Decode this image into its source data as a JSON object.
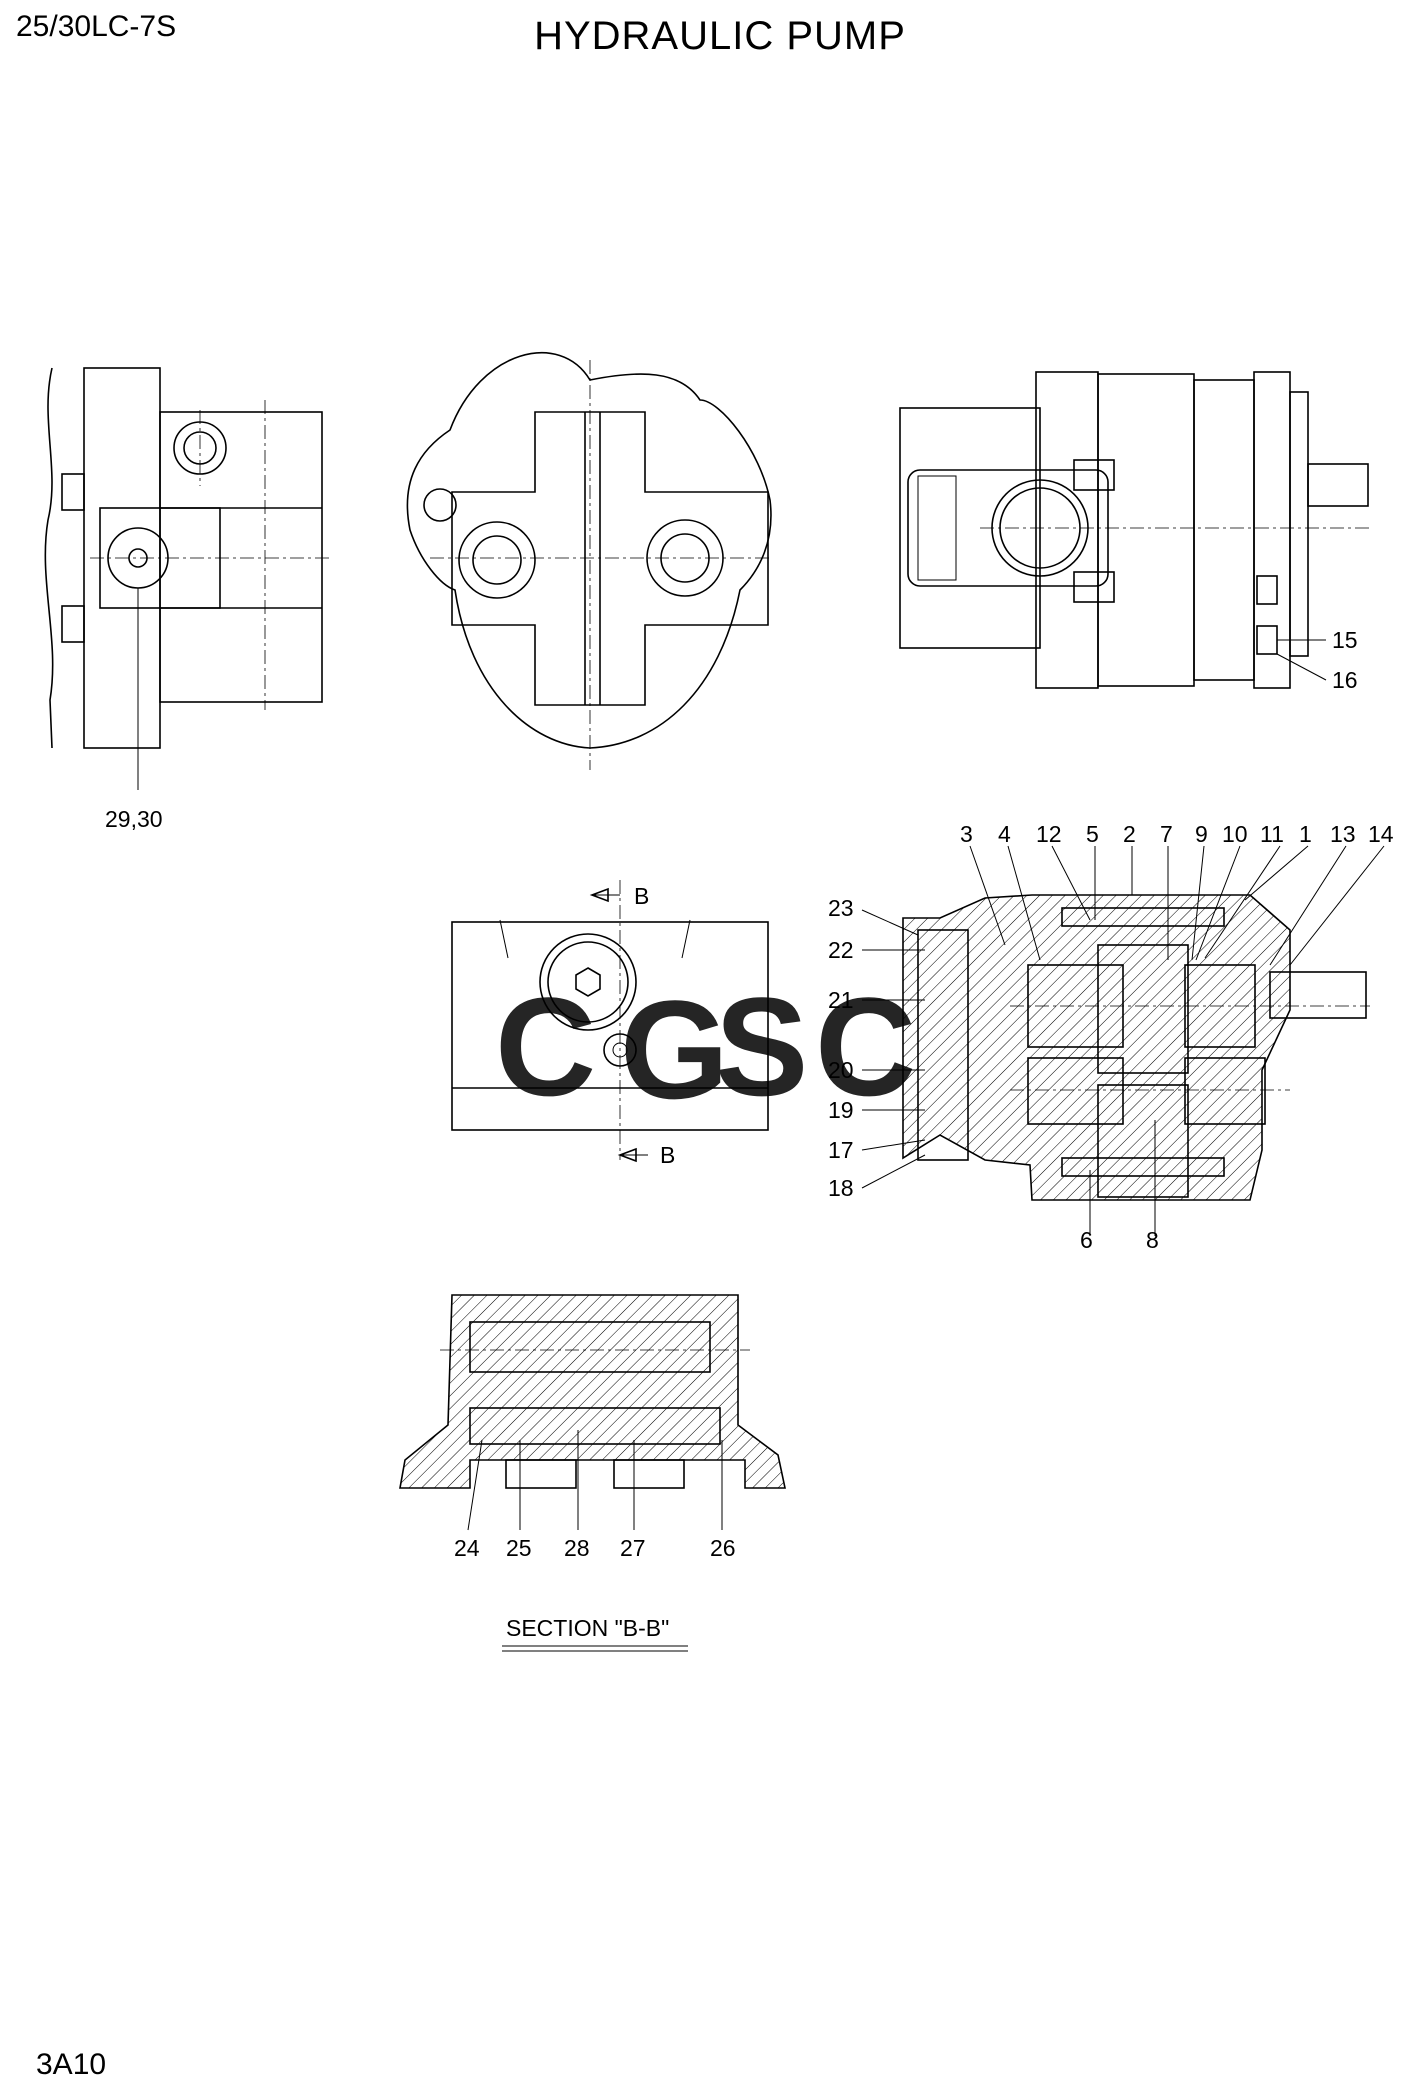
{
  "header": {
    "model": "25/30LC-7S",
    "title": "HYDRAULIC PUMP"
  },
  "footer": {
    "page_code": "3A10"
  },
  "views": {
    "side_view_callouts": [
      "29,30"
    ],
    "rear_view_callouts": [
      "15",
      "16"
    ],
    "section_marker": "B",
    "main_section_callouts_top": [
      "3",
      "4",
      "12",
      "5",
      "2",
      "7",
      "9",
      "10",
      "11",
      "1",
      "13",
      "14"
    ],
    "main_section_callouts_left": [
      "23",
      "22",
      "21",
      "20",
      "19",
      "17",
      "18"
    ],
    "main_section_callouts_bottom": [
      "6",
      "8"
    ],
    "section_bb_callouts": [
      "24",
      "25",
      "28",
      "27",
      "26"
    ],
    "section_bb_label": "SECTION \"B-B\""
  },
  "watermark": {
    "letters": [
      "C",
      "G",
      "S",
      "C"
    ],
    "colors": [
      "#4f86f7",
      "#e8484a",
      "#f4c20d",
      "#2fa865"
    ]
  }
}
